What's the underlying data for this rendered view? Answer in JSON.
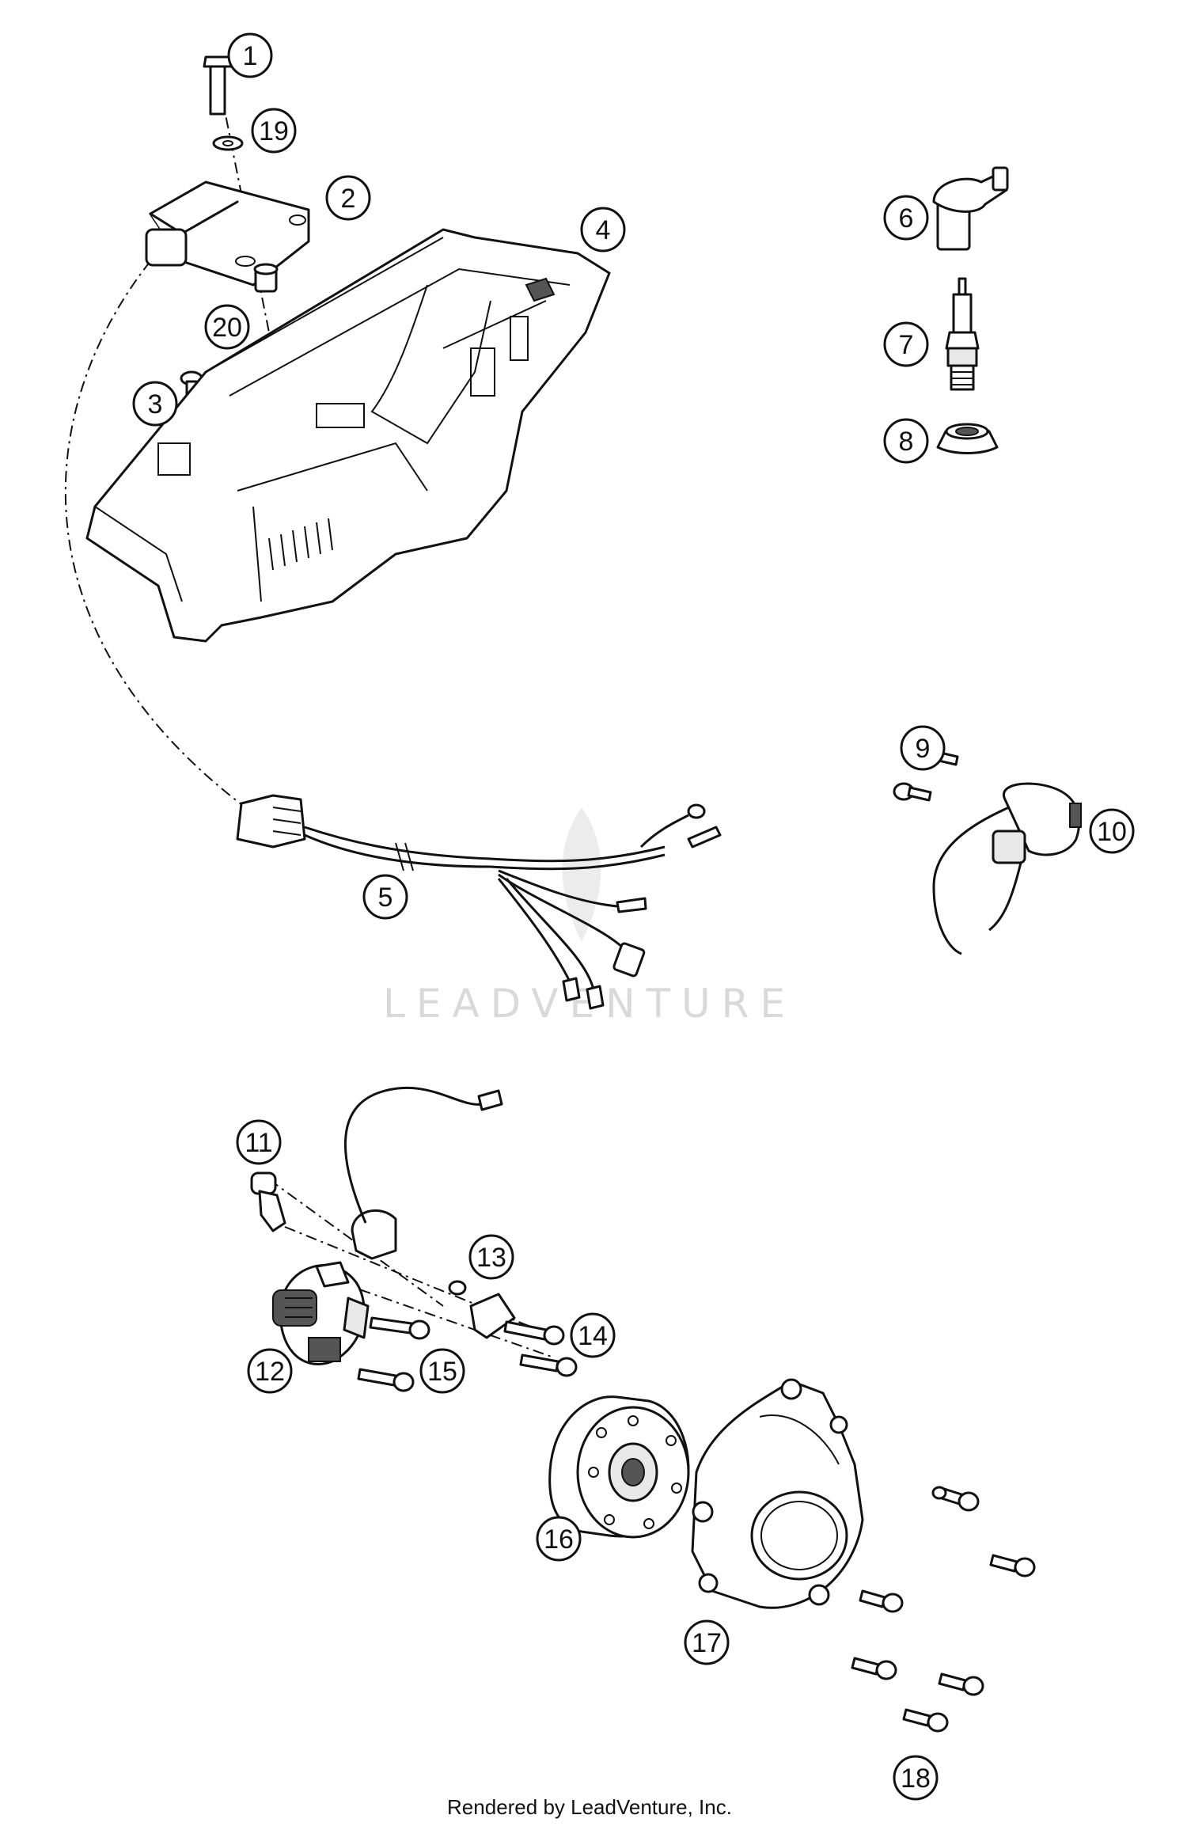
{
  "callouts": [
    "1",
    "19",
    "2",
    "6",
    "4",
    "20",
    "7",
    "3",
    "8",
    "9",
    "10",
    "5",
    "11",
    "13",
    "14",
    "12",
    "15",
    "16",
    "17",
    "18"
  ],
  "watermark": "LEADVENTURE",
  "footer": "Rendered by LeadVenture, Inc."
}
